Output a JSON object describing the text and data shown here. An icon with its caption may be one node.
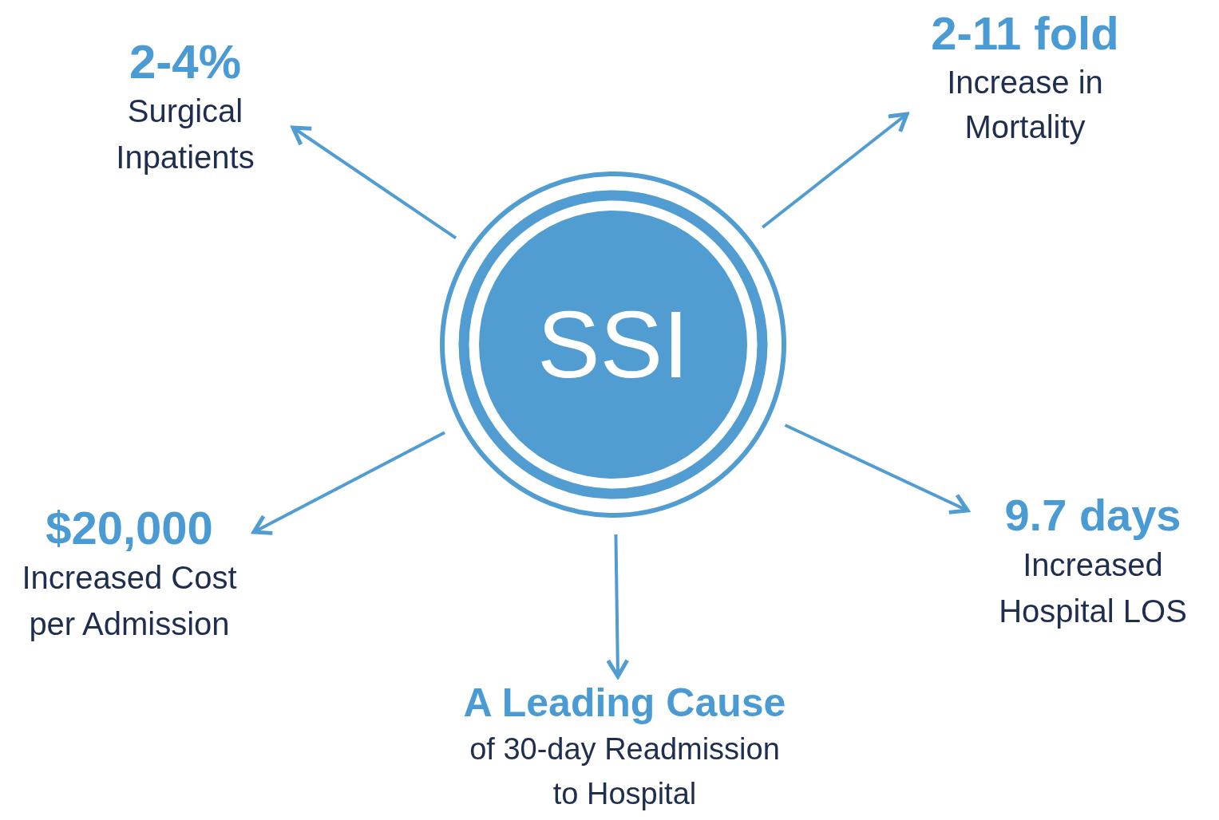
{
  "diagram": {
    "nodes": [
      {
        "text": [
          "SSI"
        ]
      },
      {
        "text": [
          "2-4%",
          "Surgical Inpatients"
        ]
      },
      {
        "text": [
          "2-11 fold",
          "Increase in Mortality"
        ]
      },
      {
        "text": [
          "$20,000",
          "Increased Cost per Admission"
        ]
      },
      {
        "text": [
          "A Leading Cause",
          "of 30-day Readmission to Hospital"
        ]
      },
      {
        "text": [
          "9.7 days",
          "Increased Hospital LOS"
        ]
      }
    ],
    "edges": [
      {
        "from": 0,
        "to": 1,
        "arrow": "to"
      },
      {
        "from": 0,
        "to": 2,
        "arrow": "to"
      },
      {
        "from": 0,
        "to": 3,
        "arrow": "to"
      },
      {
        "from": 0,
        "to": 4,
        "arrow": "to"
      },
      {
        "from": 0,
        "to": 5,
        "arrow": "to"
      }
    ]
  }
}
